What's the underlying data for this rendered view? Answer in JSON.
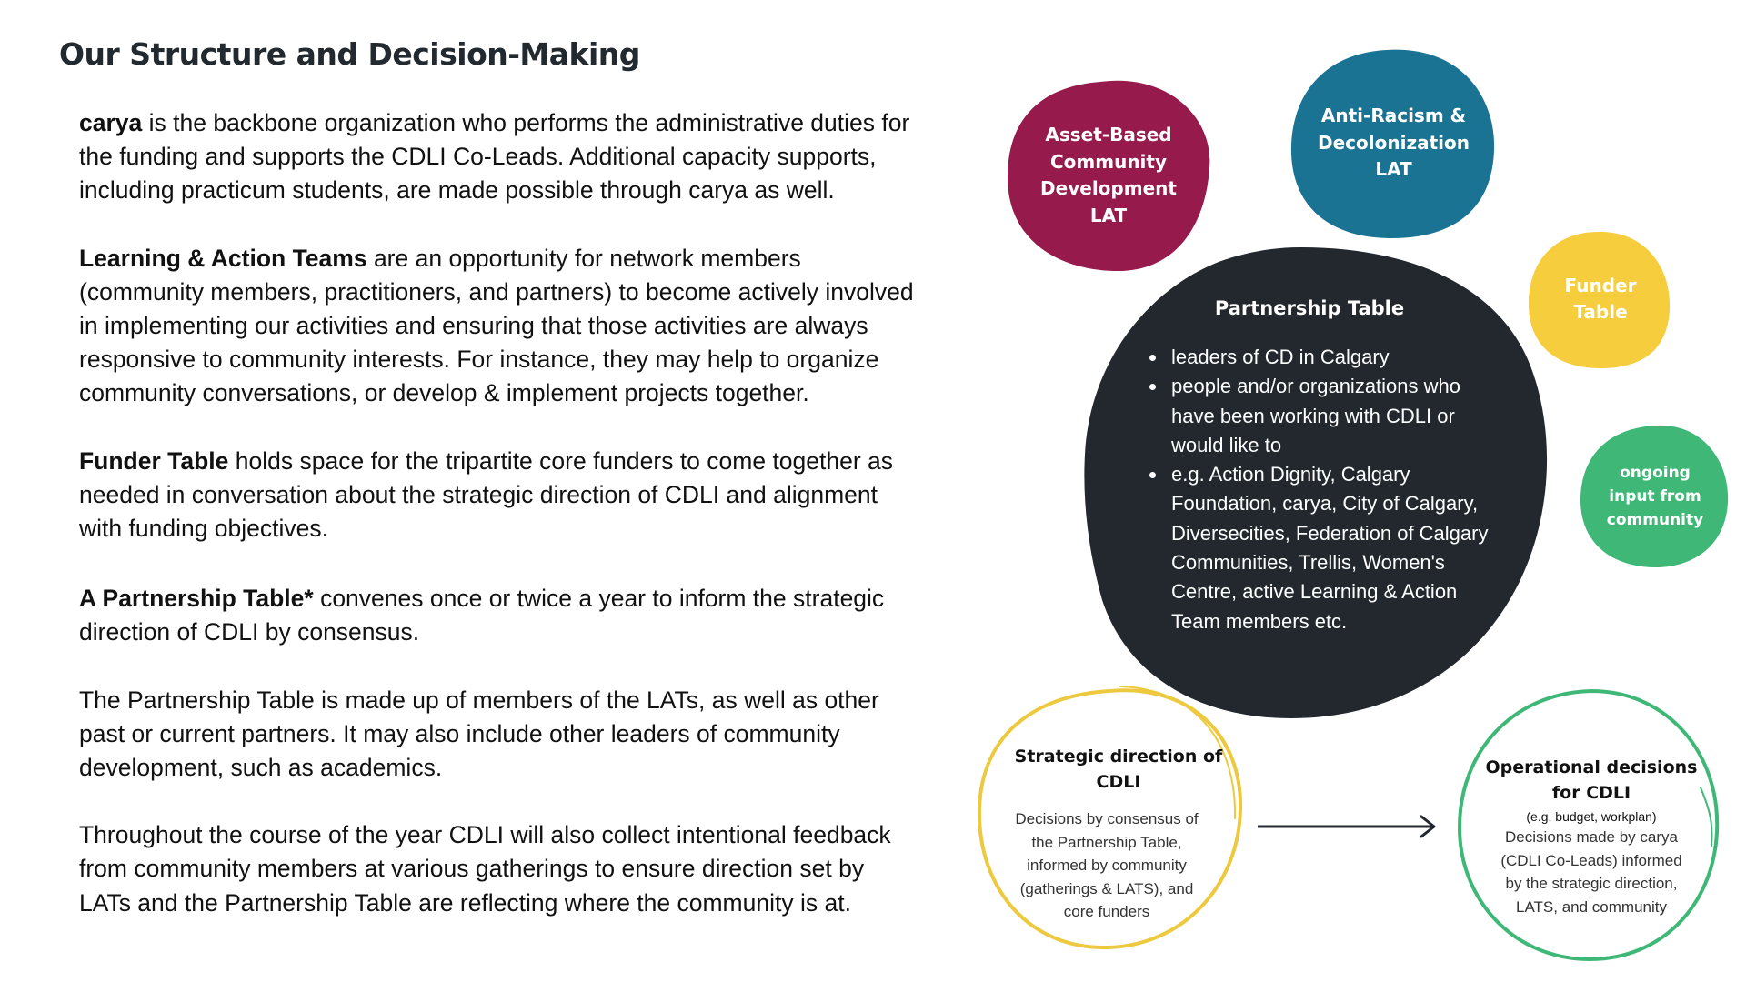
{
  "title": "Our Structure and Decision-Making",
  "paragraphs": [
    {
      "bold": "carya",
      "lines": [
        " is the backbone organization who performs the administrative duties for",
        "the funding and supports the CDLI Co-Leads. Additional capacity supports,",
        "including practicum students, are made possible through carya as well."
      ]
    },
    {
      "bold": "Learning & Action Teams",
      "lines": [
        " are an opportunity for network members",
        "(community members, practitioners, and partners) to become actively involved",
        "in implementing our activities and ensuring that those activities are always",
        "responsive to community interests. For instance, they may help to organize",
        "community conversations, or develop & implement projects together."
      ]
    },
    {
      "bold": "Funder Table",
      "lines": [
        " holds space for the tripartite core funders to come together as",
        "needed in conversation about the strategic direction of CDLI and alignment",
        "with funding objectives."
      ]
    },
    {
      "bold": "A Partnership Table*",
      "lines": [
        " convenes once or twice a year to inform the strategic",
        "direction of CDLI by consensus."
      ]
    },
    {
      "bold": "",
      "lines": [
        "The Partnership Table is made up of members of the LATs, as well as other",
        "past or current partners. It may also include other leaders of community",
        "development, such as academics."
      ]
    },
    {
      "bold": "",
      "lines": [
        "Throughout the course of the year CDLI will also collect intentional feedback",
        "from community members at various gatherings to ensure direction set by",
        "LATs and the Partnership Table are reflecting where the community is at."
      ]
    }
  ],
  "diagram": {
    "colors": {
      "abcd": "#961a4b",
      "antiracism": "#1a7393",
      "funder": "#f6cd3c",
      "community": "#3fb877",
      "partnership": "#22282e",
      "strategic_ring": "#ecc93e",
      "operational_ring": "#3fb877",
      "arrow": "#22282e"
    },
    "abcd_lat": [
      "Asset-Based",
      "Community",
      "Development",
      "LAT"
    ],
    "antiracism_lat": [
      "Anti-Racism &",
      "Decolonization",
      "LAT"
    ],
    "funder_table": [
      "Funder",
      "Table"
    ],
    "community_input": [
      "ongoing",
      "input from",
      "community"
    ],
    "partnership": {
      "title": "Partnership Table",
      "items": [
        [
          "leaders of CD in Calgary"
        ],
        [
          "people and/or organizations who",
          "have been working with CDLI or",
          "would like to"
        ],
        [
          "e.g. Action Dignity, Calgary",
          "Foundation, carya, City of Calgary,",
          "Diversecities, Federation of Calgary",
          "Communities, Trellis, Women's",
          "Centre, active Learning & Action",
          "Team members etc."
        ]
      ]
    },
    "strategic": {
      "title": [
        "Strategic direction of",
        "CDLI"
      ],
      "note": [
        "Decisions by consensus of",
        "the Partnership Table,",
        "informed by community",
        "(gatherings & LATS), and",
        "core funders"
      ]
    },
    "operational": {
      "title": [
        "Operational decisions",
        "for CDLI"
      ],
      "sub": "(e.g. budget, workplan)",
      "note": [
        "Decisions made by carya",
        "(CDLI Co-Leads) informed",
        "by the strategic direction,",
        "LATS, and community"
      ]
    }
  }
}
